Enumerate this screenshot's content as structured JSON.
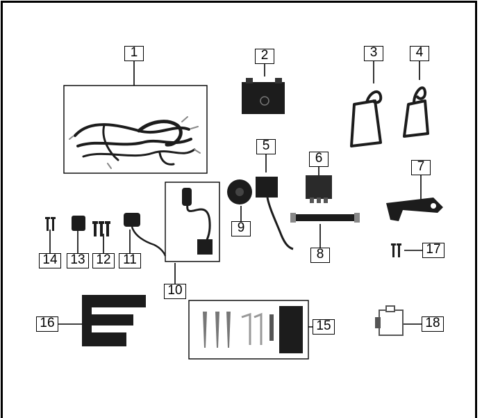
{
  "diagram": {
    "callouts": [
      {
        "id": "c1",
        "text": "1"
      },
      {
        "id": "c2",
        "text": "2"
      },
      {
        "id": "c3",
        "text": "3"
      },
      {
        "id": "c4",
        "text": "4"
      },
      {
        "id": "c5",
        "text": "5"
      },
      {
        "id": "c6",
        "text": "6"
      },
      {
        "id": "c7",
        "text": "7"
      },
      {
        "id": "c8",
        "text": "8"
      },
      {
        "id": "c9",
        "text": "9"
      },
      {
        "id": "c10",
        "text": "10"
      },
      {
        "id": "c11",
        "text": "11"
      },
      {
        "id": "c12",
        "text": "12"
      },
      {
        "id": "c13",
        "text": "13"
      },
      {
        "id": "c14",
        "text": "14"
      },
      {
        "id": "c15",
        "text": "15"
      },
      {
        "id": "c16",
        "text": "16"
      },
      {
        "id": "c17",
        "text": "17"
      },
      {
        "id": "c18",
        "text": "18"
      }
    ],
    "colors": {
      "ink": "#000000",
      "part_dark": "#1c1c1c",
      "part_mid": "#555555",
      "part_light": "#bdbdbd"
    }
  }
}
